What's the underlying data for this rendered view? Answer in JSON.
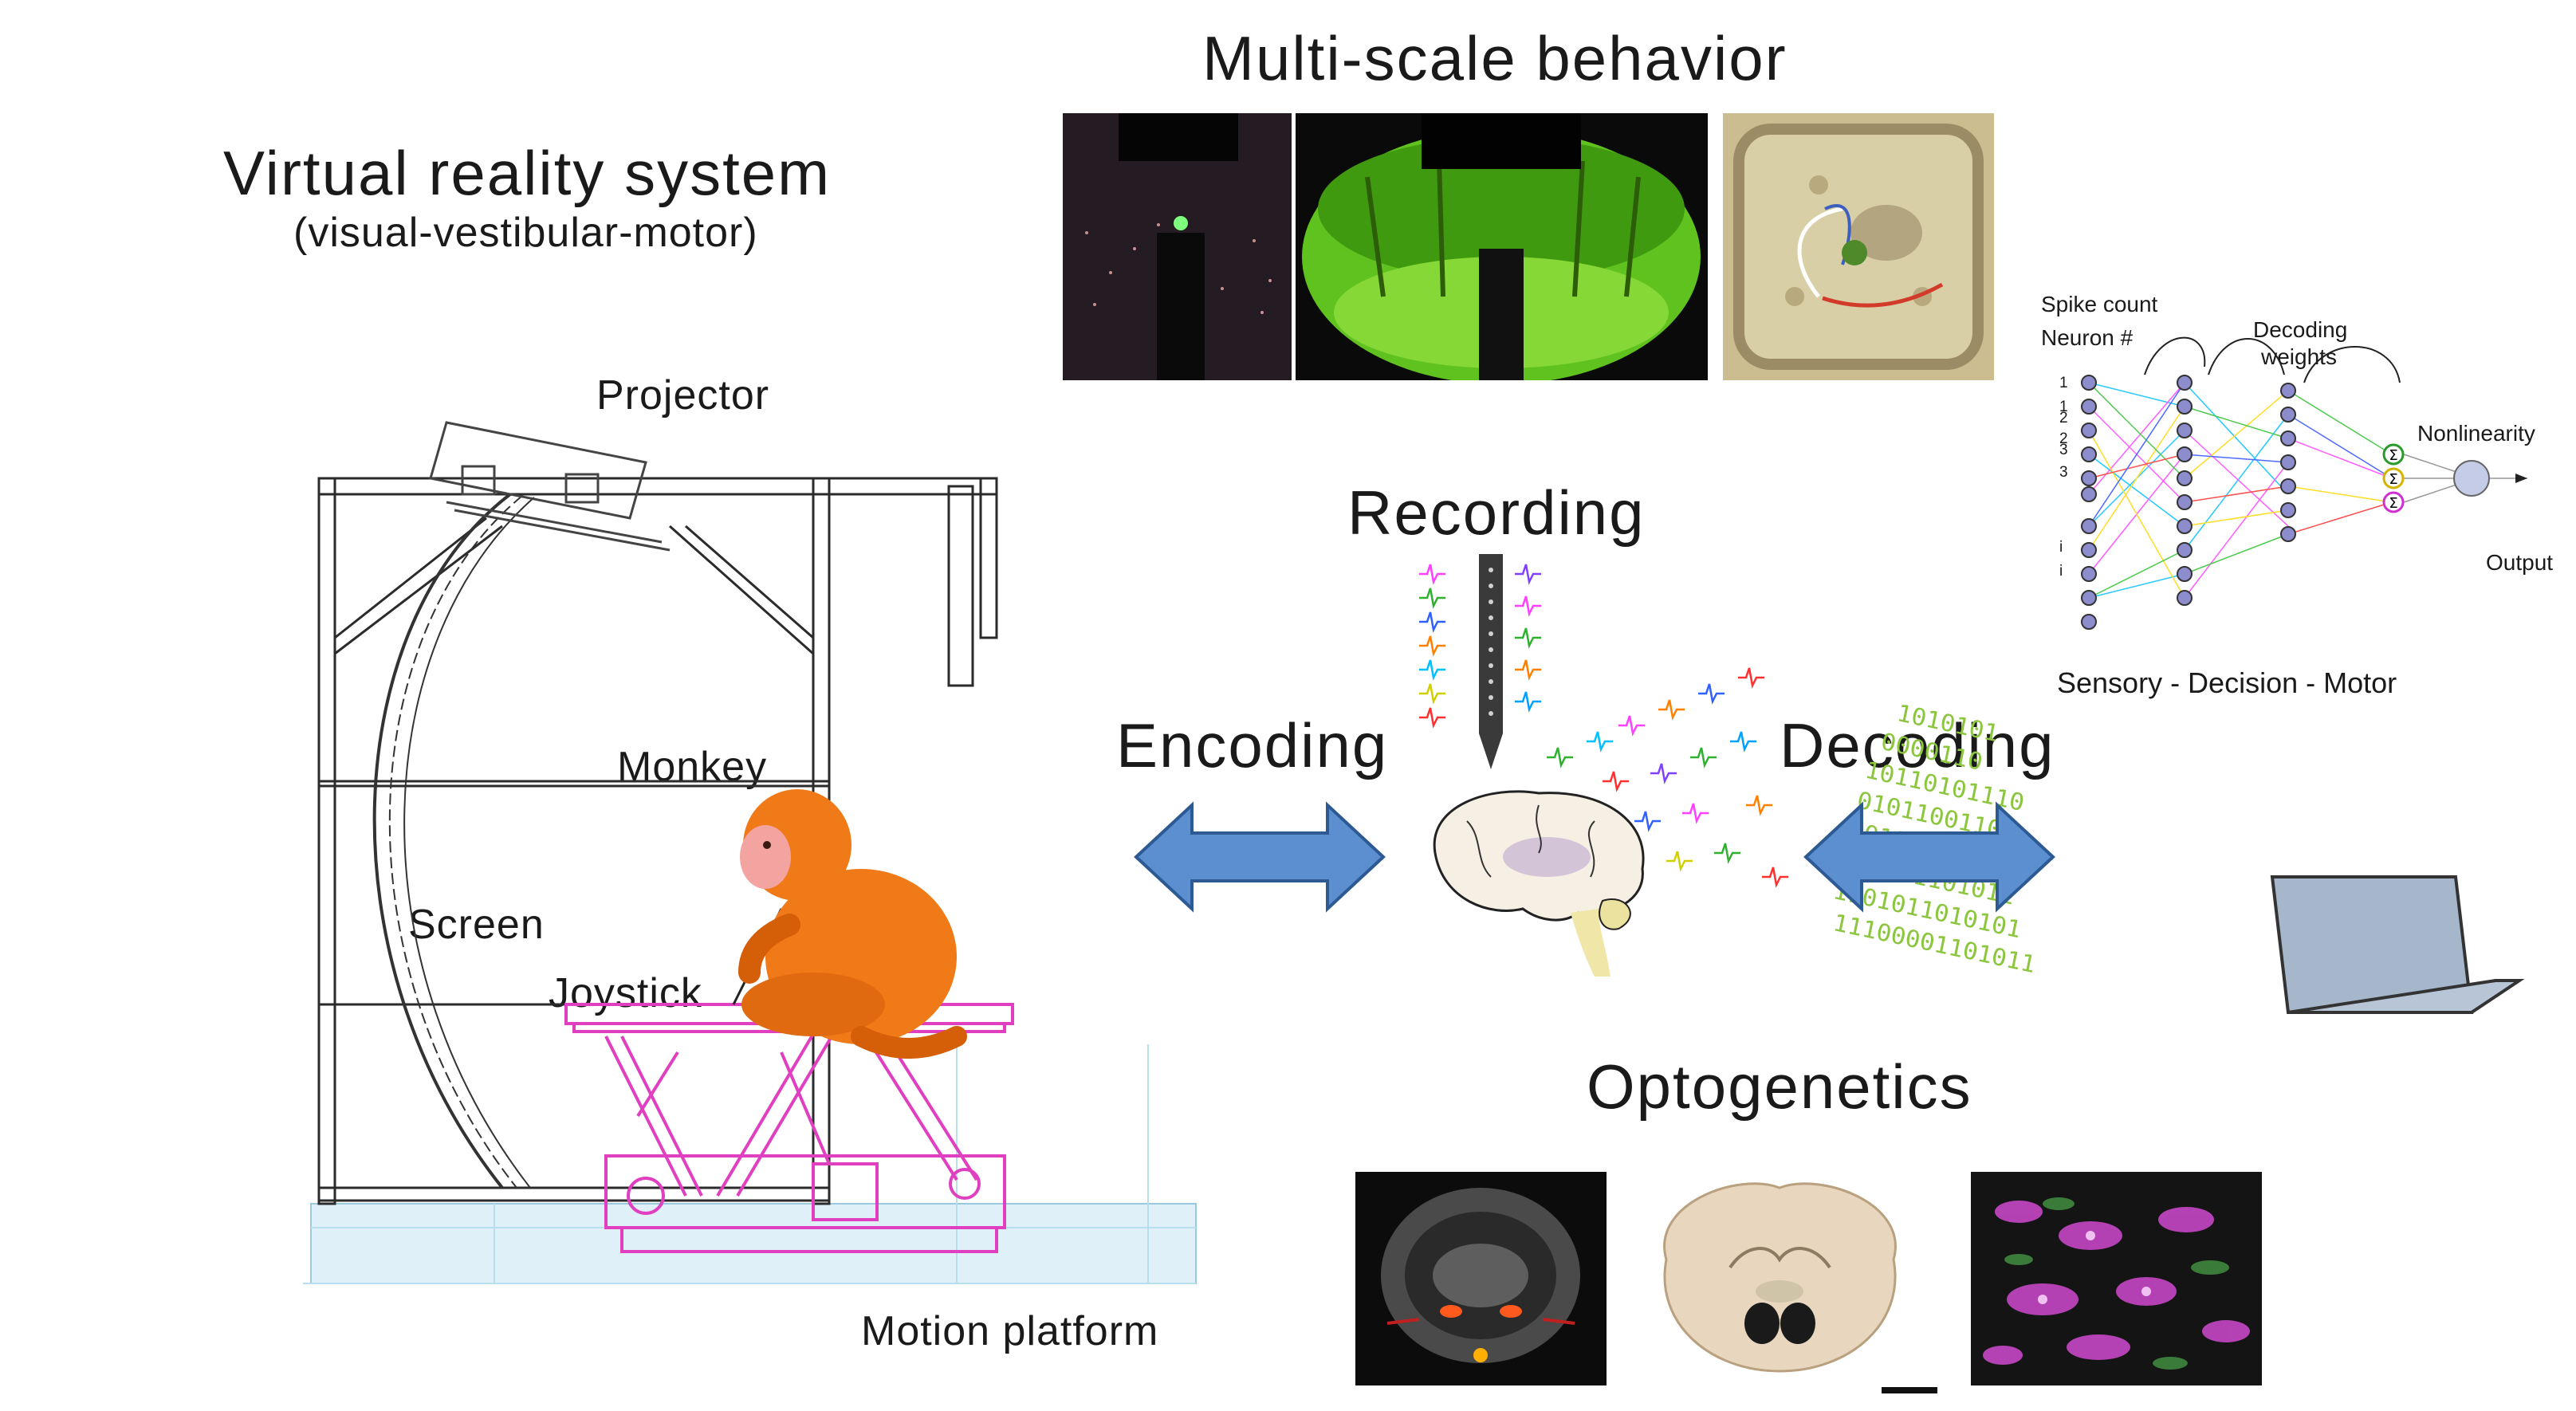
{
  "titles": {
    "vr_system": "Virtual reality system",
    "vr_subtitle": "(visual-vestibular-motor)",
    "multiscale": "Multi-scale behavior",
    "recording": "Recording",
    "encoding": "Encoding",
    "decoding": "Decoding",
    "optogenetics": "Optogenetics"
  },
  "rig_labels": {
    "projector": "Projector",
    "monkey": "Monkey",
    "screen": "Screen",
    "joystick": "Joystick",
    "motion_platform": "Motion platform"
  },
  "network": {
    "spike_count": "Spike count",
    "neuron_num": "Neuron #",
    "decoding_weights_1": "Decoding",
    "decoding_weights_2": "weights",
    "nonlinearity": "Nonlinearity",
    "output": "Output",
    "caption": "Sensory - Decision - Motor",
    "neuron_indices": [
      "1",
      "1",
      "2",
      "2",
      "3",
      "3",
      "i",
      "i"
    ],
    "sum_symbol": "Σ"
  },
  "binary_rows": [
    "1010101",
    "0000110",
    "10110101110",
    "01011001101",
    "10101101001",
    "010101101011",
    "1101011010101",
    "11100001101011"
  ],
  "colors": {
    "rig_magenta": "#e040c0",
    "arrow_blue": "#5b8fd0",
    "binary_green": "#8cc63f",
    "monkey_orange": "#f07a18",
    "neuron_fill": "#8d8ccd"
  }
}
